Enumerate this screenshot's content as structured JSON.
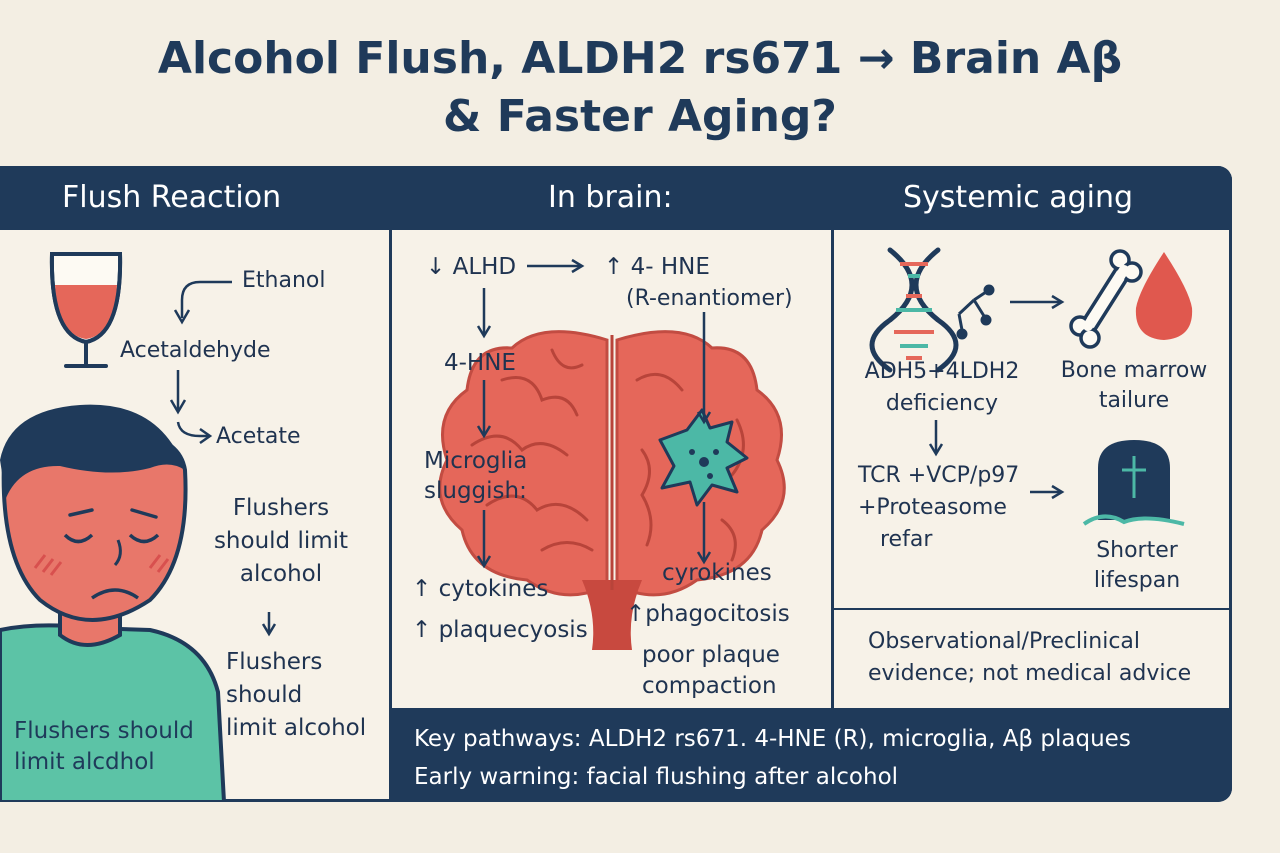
{
  "title": {
    "line1": "Alcohol Flush, ALDH2 rs671 → Brain Aβ",
    "line2": "& Faster Aging?"
  },
  "columns": {
    "flush": {
      "header": "Flush Reaction",
      "ethanol": "Ethanol",
      "acetaldehyde": "Acetaldehyde",
      "acetate": "Acetate",
      "advice1": [
        "Flushers",
        "should limit",
        "alcohol"
      ],
      "advice2": [
        "Flushers",
        "should",
        "limit alcohol"
      ],
      "shirt_text": [
        "Flushers should",
        "limit alcdhol"
      ]
    },
    "brain": {
      "header": "In brain:",
      "aldh": "↓ ALHD",
      "hne_up": "↑ 4- HNE",
      "r_enantiomer": "(R-enantiomer)",
      "hne": "4-HNE",
      "microglia": [
        "Microglia",
        "sluggish:"
      ],
      "cytokines_up": "↑ cytokines",
      "plaque_up": "↑ plaquecyosis",
      "cyrokines": "cyrokines",
      "phagocitosis": "↑phagocitosis",
      "poor_plaque": [
        "poor plaque",
        "compaction"
      ]
    },
    "aging": {
      "header": "Systemic aging",
      "deficiency": [
        "ADH5+4LDH2",
        "deficiency"
      ],
      "bone_marrow": [
        "Bone marrow",
        "tailure"
      ],
      "tcr": [
        "TCR +VCP/p97",
        "+Proteasome",
        "refar"
      ],
      "lifespan": [
        "Shorter",
        "lifespan"
      ],
      "disclaimer": [
        "Observational/Preclinical",
        "evidence; not medical advice"
      ]
    }
  },
  "footer": {
    "line1": "Key pathways: ALDH2 rs671. 4-HNE (R), microglia, Aβ plaques",
    "line2": "Early warning: facial flushing after alcohol"
  },
  "colors": {
    "navy": "#1f3a5a",
    "panel": "#f7f2e8",
    "background": "#f3eee3",
    "brain": "#e5675a",
    "skin": "#e8776a",
    "shirt": "#5cc3a6",
    "microglia": "#4cb8a6",
    "blood": "#e0584e"
  },
  "icons": [
    "wine-glass-icon",
    "brain-icon",
    "microglia-cell-icon",
    "dna-icon",
    "bone-icon",
    "blood-drop-icon",
    "tombstone-icon",
    "person-icon"
  ]
}
